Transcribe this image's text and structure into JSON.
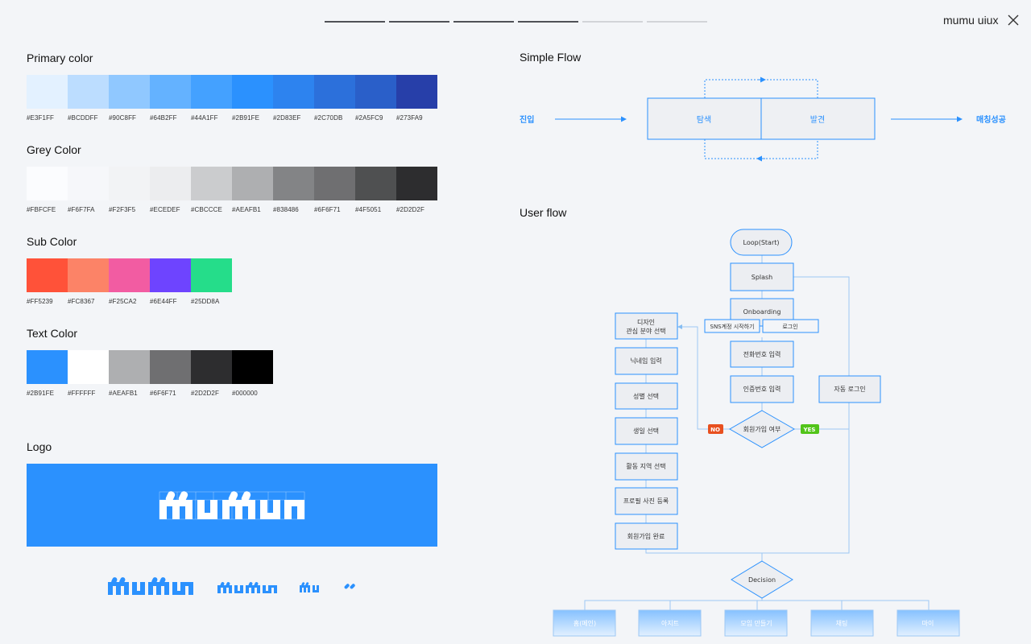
{
  "header": {
    "app_title": "mumu uiux",
    "progress": {
      "total_steps": 6,
      "completed_steps": 4
    }
  },
  "primary": {
    "title": "Primary color",
    "swatches": [
      {
        "hex": "#E3F1FF",
        "label": "#E3F1FF"
      },
      {
        "hex": "#BCDDFF",
        "label": "#BCDDFF"
      },
      {
        "hex": "#90C8FF",
        "label": "#90C8FF"
      },
      {
        "hex": "#64B2FF",
        "label": "#64B2FF"
      },
      {
        "hex": "#44A1FF",
        "label": "#44A1FF"
      },
      {
        "hex": "#2B91FE",
        "label": "#2B91FE"
      },
      {
        "hex": "#2D83EF",
        "label": "#2D83EF"
      },
      {
        "hex": "#2C70DB",
        "label": "#2C70DB"
      },
      {
        "hex": "#2A5FC9",
        "label": "#2A5FC9"
      },
      {
        "hex": "#273FA9",
        "label": "#273FA9"
      }
    ]
  },
  "grey": {
    "title": "Grey Color",
    "swatches": [
      {
        "hex": "#FBFCFE",
        "label": "#FBFCFE"
      },
      {
        "hex": "#F6F7FA",
        "label": "#F6F7FA"
      },
      {
        "hex": "#F2F3F5",
        "label": "#F2F3F5"
      },
      {
        "hex": "#ECEDEF",
        "label": "#ECEDEF"
      },
      {
        "hex": "#CBCCCE",
        "label": "#CBCCCE"
      },
      {
        "hex": "#AEAFB1",
        "label": "#AEAFB1"
      },
      {
        "hex": "#838486",
        "label": "#838486"
      },
      {
        "hex": "#6F6F71",
        "label": "#6F6F71"
      },
      {
        "hex": "#4F5051",
        "label": "#4F5051"
      },
      {
        "hex": "#2D2D2F",
        "label": "#2D2D2F"
      }
    ]
  },
  "sub": {
    "title": "Sub Color",
    "swatches": [
      {
        "hex": "#FF5239",
        "label": "#FF5239"
      },
      {
        "hex": "#FC8367",
        "label": "#FC8367"
      },
      {
        "hex": "#F25CA2",
        "label": "#F25CA2"
      },
      {
        "hex": "#6E44FF",
        "label": "#6E44FF"
      },
      {
        "hex": "#25DD8A",
        "label": "#25DD8A"
      }
    ]
  },
  "text": {
    "title": "Text Color",
    "swatches": [
      {
        "hex": "#2B91FE",
        "label": "#2B91FE"
      },
      {
        "hex": "#FFFFFF",
        "label": "#FFFFFF"
      },
      {
        "hex": "#AEAFB1",
        "label": "#AEAFB1"
      },
      {
        "hex": "#6F6F71",
        "label": "#6F6F71"
      },
      {
        "hex": "#2D2D2F",
        "label": "#2D2D2F"
      },
      {
        "hex": "#000000",
        "label": "#000000"
      }
    ]
  },
  "logo": {
    "title": "Logo",
    "banner_color": "#2B91FE"
  },
  "simple_flow": {
    "title": "Simple Flow",
    "entry": "진입",
    "explore": "탐색",
    "discover": "발견",
    "result": "매칭성공"
  },
  "user_flow": {
    "title": "User flow",
    "start": "Loop(Start)",
    "splash": "Splash",
    "onboarding": "Onboarding",
    "sns_start": "SNS계정 시작하기",
    "login": "로그인",
    "phone_input": "전화번호 입력",
    "verify_input": "인증번호 입력",
    "signup_check": "회원가입 여부",
    "no_label": "NO",
    "yes_label": "YES",
    "auto_login": "자동 로그인",
    "signup_steps": [
      "디자인",
      "관심 분야 선택",
      "닉네임 입력",
      "성별 선택",
      "생일 선택",
      "활동 지역 선택",
      "프로필 사진 등록",
      "회원가입 완료"
    ],
    "decision": "Decision",
    "tabs": [
      "홈(메인)",
      "아지트",
      "모임 만들기",
      "채팅",
      "마이"
    ]
  }
}
